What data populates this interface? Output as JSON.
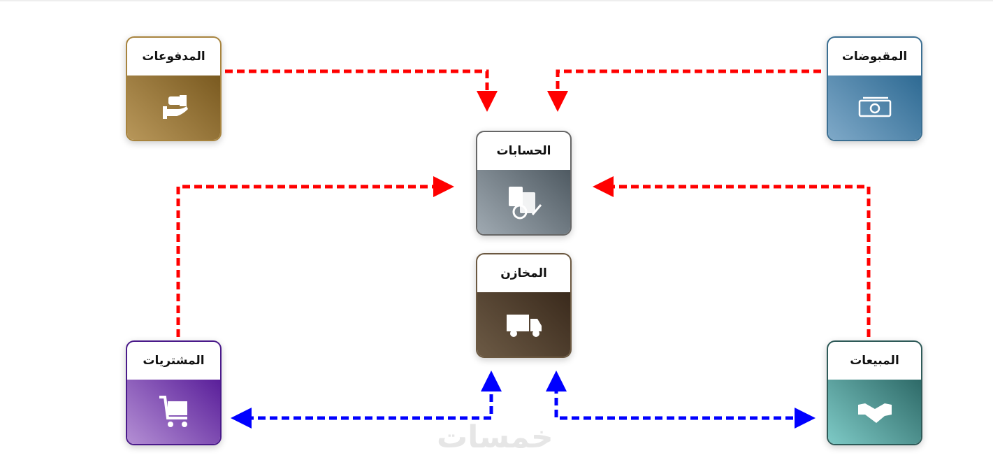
{
  "cards": {
    "payments": {
      "label": "المدفوعات",
      "icon": "hand-money-icon",
      "colors": [
        "#b8975a",
        "#7a5a20"
      ],
      "border": "#a8843e"
    },
    "receipts": {
      "label": "المقبوضات",
      "icon": "banknote-icon",
      "colors": [
        "#7fa9c8",
        "#2e6a93"
      ],
      "border": "#3b6f92"
    },
    "accounts": {
      "label": "الحسابات",
      "icon": "calculator-invoice-icon",
      "colors": [
        "#a0aab2",
        "#4f5a62"
      ],
      "border": "#666"
    },
    "warehouses": {
      "label": "المخازن",
      "icon": "truck-icon",
      "colors": [
        "#6c5a45",
        "#3a2a1c"
      ],
      "border": "#6b5840"
    },
    "purchases": {
      "label": "المشتريات",
      "icon": "cart-icon",
      "colors": [
        "#b48fd4",
        "#5a1f9a"
      ],
      "border": "#4a1a8a"
    },
    "sales": {
      "label": "المبيعات",
      "icon": "handshake-icon",
      "colors": [
        "#7ecac6",
        "#2e6a68"
      ],
      "border": "#2e5a58"
    }
  },
  "colors": {
    "flow_red": "#ff0000",
    "flow_blue": "#0000ff"
  },
  "watermark": "خمسات"
}
